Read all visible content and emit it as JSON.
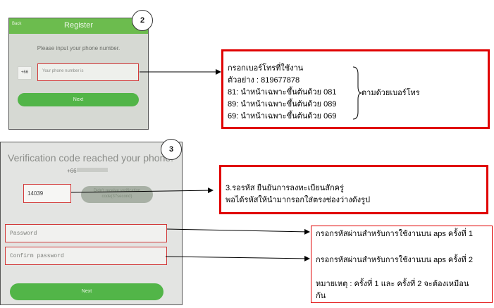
{
  "step2": {
    "badge": "2",
    "screen": {
      "back": "Back",
      "title": "Register",
      "prompt": "Please input your phone number.",
      "country_code": "+66",
      "phone_placeholder": "Your phone number is",
      "next_label": "Next"
    },
    "note": {
      "lines": [
        "กรอกเบอร์โทรที่ใช้งาน",
        "ตัวอย่าง : 819677878",
        "81: นำหน้าเฉพาะขึ้นต้นด้วย 081",
        "89: นำหน้าเฉพาะขึ้นต้นด้วย 089",
        "69: นำหน้าเฉพาะขึ้นต้นด้วย 069"
      ],
      "brace_label": "ตามด้วยเบอร์โทร"
    }
  },
  "step3": {
    "badge": "3",
    "screen": {
      "title": "Verification code reached your phone.",
      "phone_prefix": "+66",
      "code_value": "14039",
      "resend_line1": "Didn't receive verification",
      "resend_line2": "code(37second)",
      "password_placeholder": "Password",
      "confirm_placeholder": "Confirm password",
      "next_label": "Next"
    },
    "note_code": {
      "line1": "3.รอรหัส ยืนยันการลงทะเบียนสักครู่",
      "line2": "พอได้รหัสให้นำมากรอกใส่ตรงช่องว่างดังรูป"
    },
    "note_password": {
      "line1": "กรอกรหัสผ่านสำหรับการใช้งานบน aps ครั้งที่ 1",
      "line2": "กรอกรหัสผ่านสำหรับการใช้งานบน aps ครั้งที่ 2",
      "remark1": "หมายเหตุ : ครั้งที่ 1 และ ครั้งที่ 2 จะต้องเหมือน",
      "remark2": "กัน"
    }
  },
  "colors": {
    "annotation_red": "#e00000",
    "app_green": "#52b548",
    "field_red": "#d23a3a"
  }
}
